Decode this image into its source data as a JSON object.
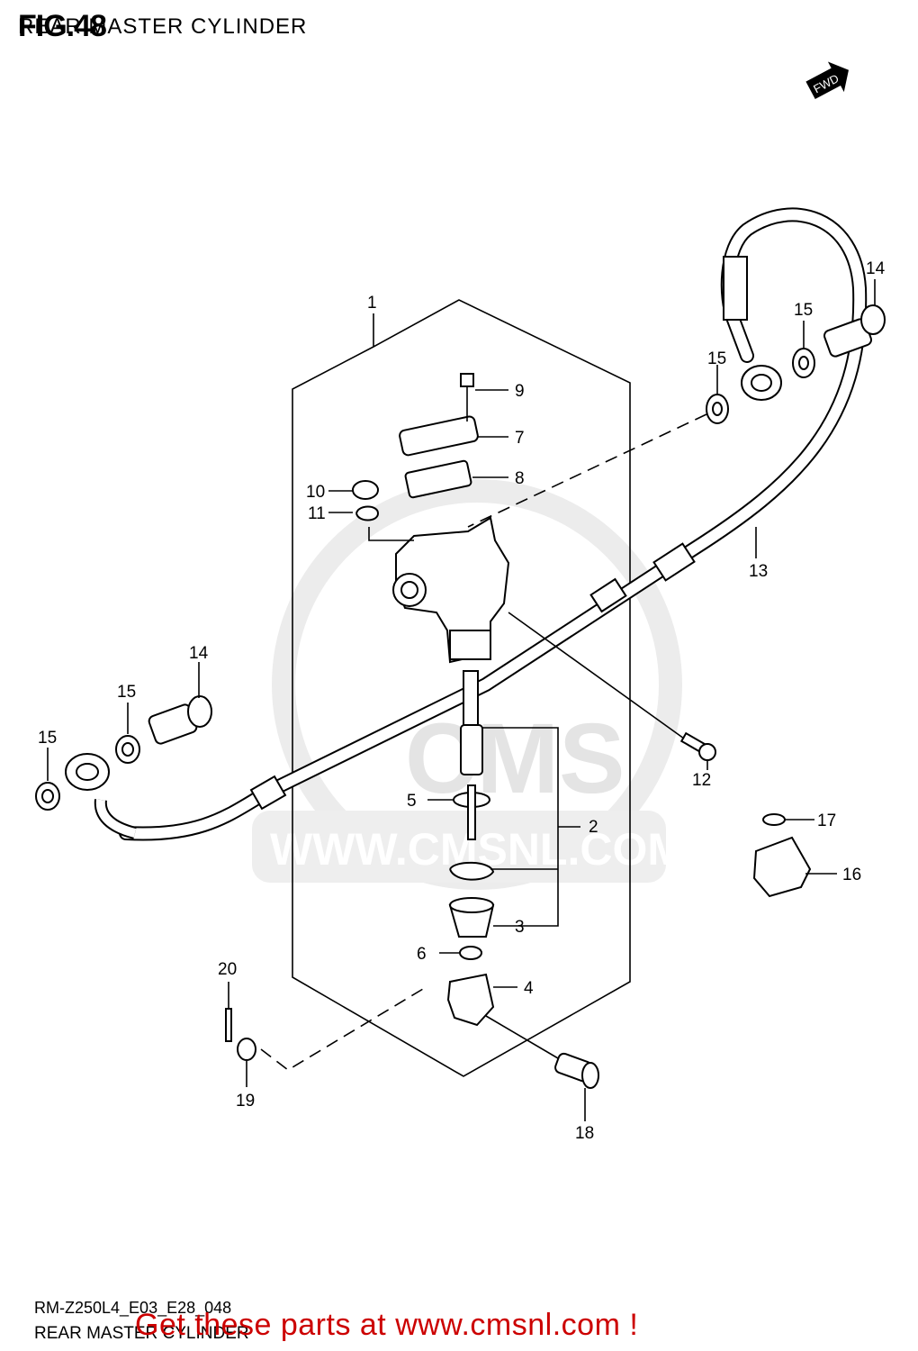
{
  "header": {
    "figure_number": "FIG.48",
    "title": "REAR MASTER CYLINDER"
  },
  "watermark": {
    "brand": "CMS",
    "url": "WWW.CMSNL.COM"
  },
  "direction_badge": "FWD",
  "callouts": {
    "c1": "1",
    "c2": "2",
    "c3": "3",
    "c4": "4",
    "c5": "5",
    "c6": "6",
    "c7": "7",
    "c8": "8",
    "c9": "9",
    "c10": "10",
    "c11": "11",
    "c12": "12",
    "c13": "13",
    "c14a": "14",
    "c14b": "14",
    "c15a": "15",
    "c15b": "15",
    "c15c": "15",
    "c15d": "15",
    "c16": "16",
    "c17": "17",
    "c18": "18",
    "c19": "19",
    "c20": "20"
  },
  "footer": {
    "code": "RM-Z250L4_E03_E28_048",
    "title": "REAR MASTER CYLINDER",
    "promo": "Get these parts at www.cmsnl.com !"
  },
  "colors": {
    "promo": "#cc0000",
    "watermark": "#e4e4e4",
    "ink": "#000000"
  }
}
